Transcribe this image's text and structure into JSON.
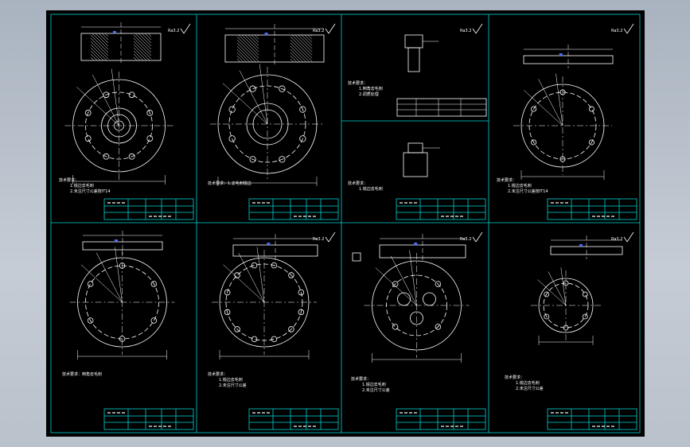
{
  "colors": {
    "background": "#000000",
    "frame": "#00d4d4",
    "lines": "#ffffff",
    "dims": "#4d6bff",
    "notes": "#ffffff"
  },
  "panels": [
    {
      "id": "p1",
      "row": 0,
      "col": 0,
      "roughness": "Ra3.2",
      "notes": [
        "技术要求：",
        "1.锐边去毛刺",
        "2.未注尺寸公差按IT14"
      ]
    },
    {
      "id": "p2",
      "row": 0,
      "col": 1,
      "roughness": "Ra3.2",
      "notes": [
        "技术要求：1.去毛刺锐边"
      ]
    },
    {
      "id": "p3",
      "row": 0,
      "col": 2,
      "roughness": "Ra3.2",
      "notes": [
        "技术要求：",
        "1.倒角去毛刺",
        "2.调质处理"
      ]
    },
    {
      "id": "p4",
      "row": 0,
      "col": 3,
      "roughness": "Ra3.2",
      "notes": [
        "技术要求：",
        "1.锐边去毛刺",
        "2.未注尺寸公差按IT14"
      ]
    },
    {
      "id": "p5",
      "row": 1,
      "col": 0,
      "roughness": "",
      "notes": [
        "技术要求：倒角去毛刺"
      ]
    },
    {
      "id": "p6",
      "row": 1,
      "col": 1,
      "roughness": "Ra3.2",
      "notes": [
        "技术要求：",
        "1.锐边去毛刺",
        "2.未注尺寸公差"
      ]
    },
    {
      "id": "p7",
      "row": 1,
      "col": 2,
      "roughness": "Ra3.2",
      "notes": [
        "技术要求：",
        "1.锐边去毛刺",
        "2.未注尺寸公差"
      ]
    },
    {
      "id": "p8",
      "row": 1,
      "col": 3,
      "roughness": "Ra3.2",
      "notes": [
        "技术要求：",
        "1.锐边去毛刺",
        "2.未注尺寸公差"
      ]
    }
  ]
}
